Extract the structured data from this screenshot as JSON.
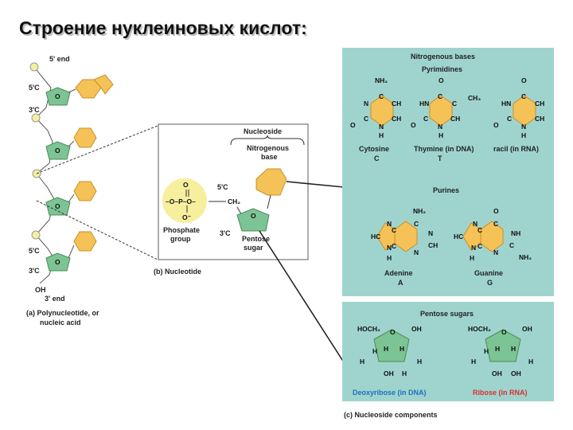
{
  "title": "Строение нуклеиновых кислот:",
  "colors": {
    "panel_bg": "#9fd4ce",
    "sugar_fill": "#7cc493",
    "base_fill": "#f4c256",
    "phosphate_fill": "#f6ef9e",
    "deoxyribose_label": "#1f6fc0",
    "ribose_label": "#d73030"
  },
  "panel_a": {
    "five_prime_end": "5' end",
    "five_c_top": "5'C",
    "three_c_top": "3'C",
    "five_c_bottom": "5'C",
    "three_c_bottom": "3'C",
    "oh": "OH",
    "three_prime_end": "3' end",
    "caption_line1": "(a) Polynucleotide, or",
    "caption_line2": "nucleic acid"
  },
  "panel_b": {
    "nucleoside_label": "Nucleoside",
    "nitrogenous_base_line1": "Nitrogenous",
    "nitrogenous_base_line2": "base",
    "phosphate_formula": "–O–P–O–",
    "phosphate_top_o": "O",
    "phosphate_bottom_o": "O⁻",
    "phosphate_label_line1": "Phosphate",
    "phosphate_label_line2": "group",
    "five_c": "5'C",
    "ch2": "CH₂",
    "three_c": "3'C",
    "pentose_line1": "Pentose",
    "pentose_line2": "sugar",
    "caption": "(b) Nucleotide"
  },
  "panel_c": {
    "nitrogenous_bases_header": "Nitrogenous bases",
    "pyrimidines_header": "Pyrimidines",
    "cytosine_name": "Cytosine",
    "cytosine_abbr": "C",
    "thymine_name": "Thymine (in DNA)",
    "thymine_abbr": "T",
    "uracil_name": "racil (in RNA)",
    "purines_header": "Purines",
    "adenine_name": "Adenine",
    "adenine_abbr": "A",
    "guanine_name": "Guanine",
    "guanine_abbr": "G",
    "pentose_sugars_header": "Pentose sugars",
    "deoxyribose_label": "Deoxyribose (in DNA)",
    "ribose_label": "Ribose (in RNA)",
    "caption": "(c) Nucleoside components"
  }
}
